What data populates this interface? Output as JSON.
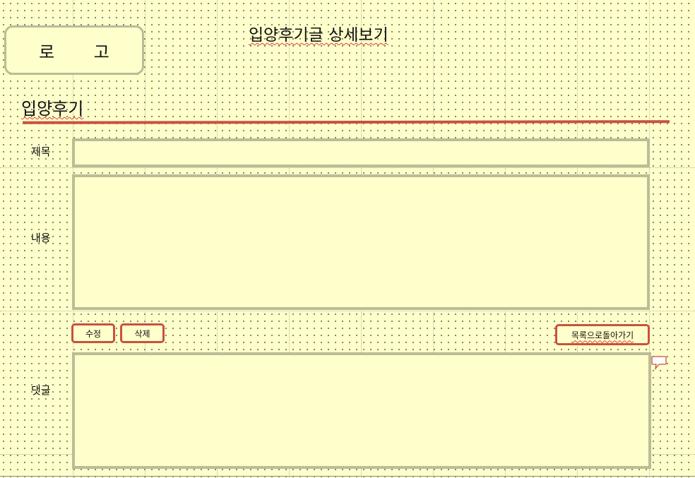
{
  "header": {
    "logo_text": "로 고",
    "page_title": "입양후기글 상세보기"
  },
  "section": {
    "title": "입양후기"
  },
  "form": {
    "title_label": "제목",
    "title_value": "",
    "content_label": "내용",
    "content_value": "",
    "comment_label": "댓글",
    "comment_value": ""
  },
  "actions": {
    "edit_label": "수정",
    "delete_label": "삭제",
    "back_label": "목록으로돌아가기"
  },
  "icons": {
    "comment": "speech-bubble-icon"
  },
  "colors": {
    "background": "#ffffcc",
    "box_border": "#bcbc96",
    "accent": "#c9513f"
  }
}
